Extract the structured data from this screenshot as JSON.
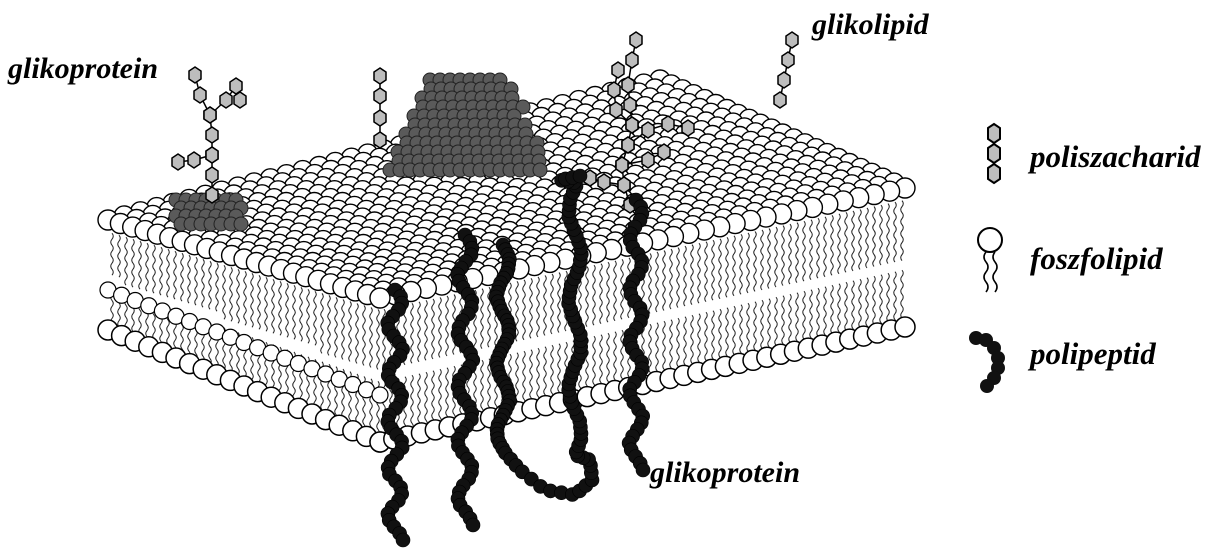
{
  "labels": {
    "glycoprotein_left": "glikoprotein",
    "glycolipid": "glikolipid",
    "glycoprotein_bottom": "glikoprotein"
  },
  "legend": {
    "items": [
      {
        "icon": "polysaccharide-icon",
        "label": "poliszacharid"
      },
      {
        "icon": "phospholipid-icon",
        "label": "foszfolipid"
      },
      {
        "icon": "polypeptide-icon",
        "label": "polipeptid"
      }
    ]
  },
  "colors": {
    "background": "#ffffff",
    "outline": "#000000",
    "lipid_head": "#ffffff",
    "sugar": "#bdbdbd",
    "protein_dark": "#5a5a5a",
    "polypeptide": "#111111"
  }
}
